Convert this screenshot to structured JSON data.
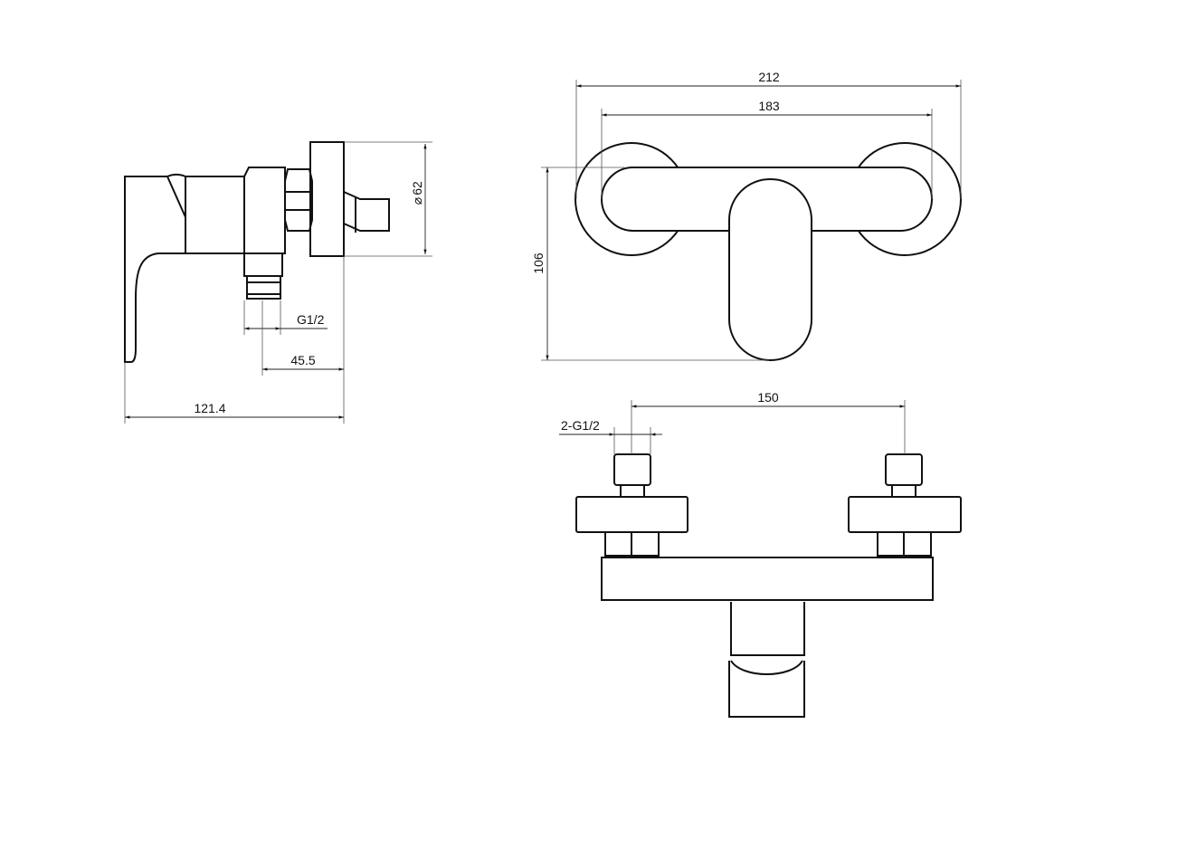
{
  "title": "Shower mixer technical drawing",
  "side_view": {
    "dims": {
      "diameter": "62",
      "outlet_thread": "G1/2",
      "outlet_offset": "45.5",
      "depth": "121.4"
    },
    "diameter_symbol": "⌀"
  },
  "front_view": {
    "dims": {
      "overall_width": "212",
      "body_width": "183",
      "height": "106"
    }
  },
  "bottom_view": {
    "dims": {
      "centers": "150",
      "inlet_thread": "2-G1/2"
    }
  },
  "colors": {
    "line": "#111111",
    "background": "#ffffff"
  }
}
